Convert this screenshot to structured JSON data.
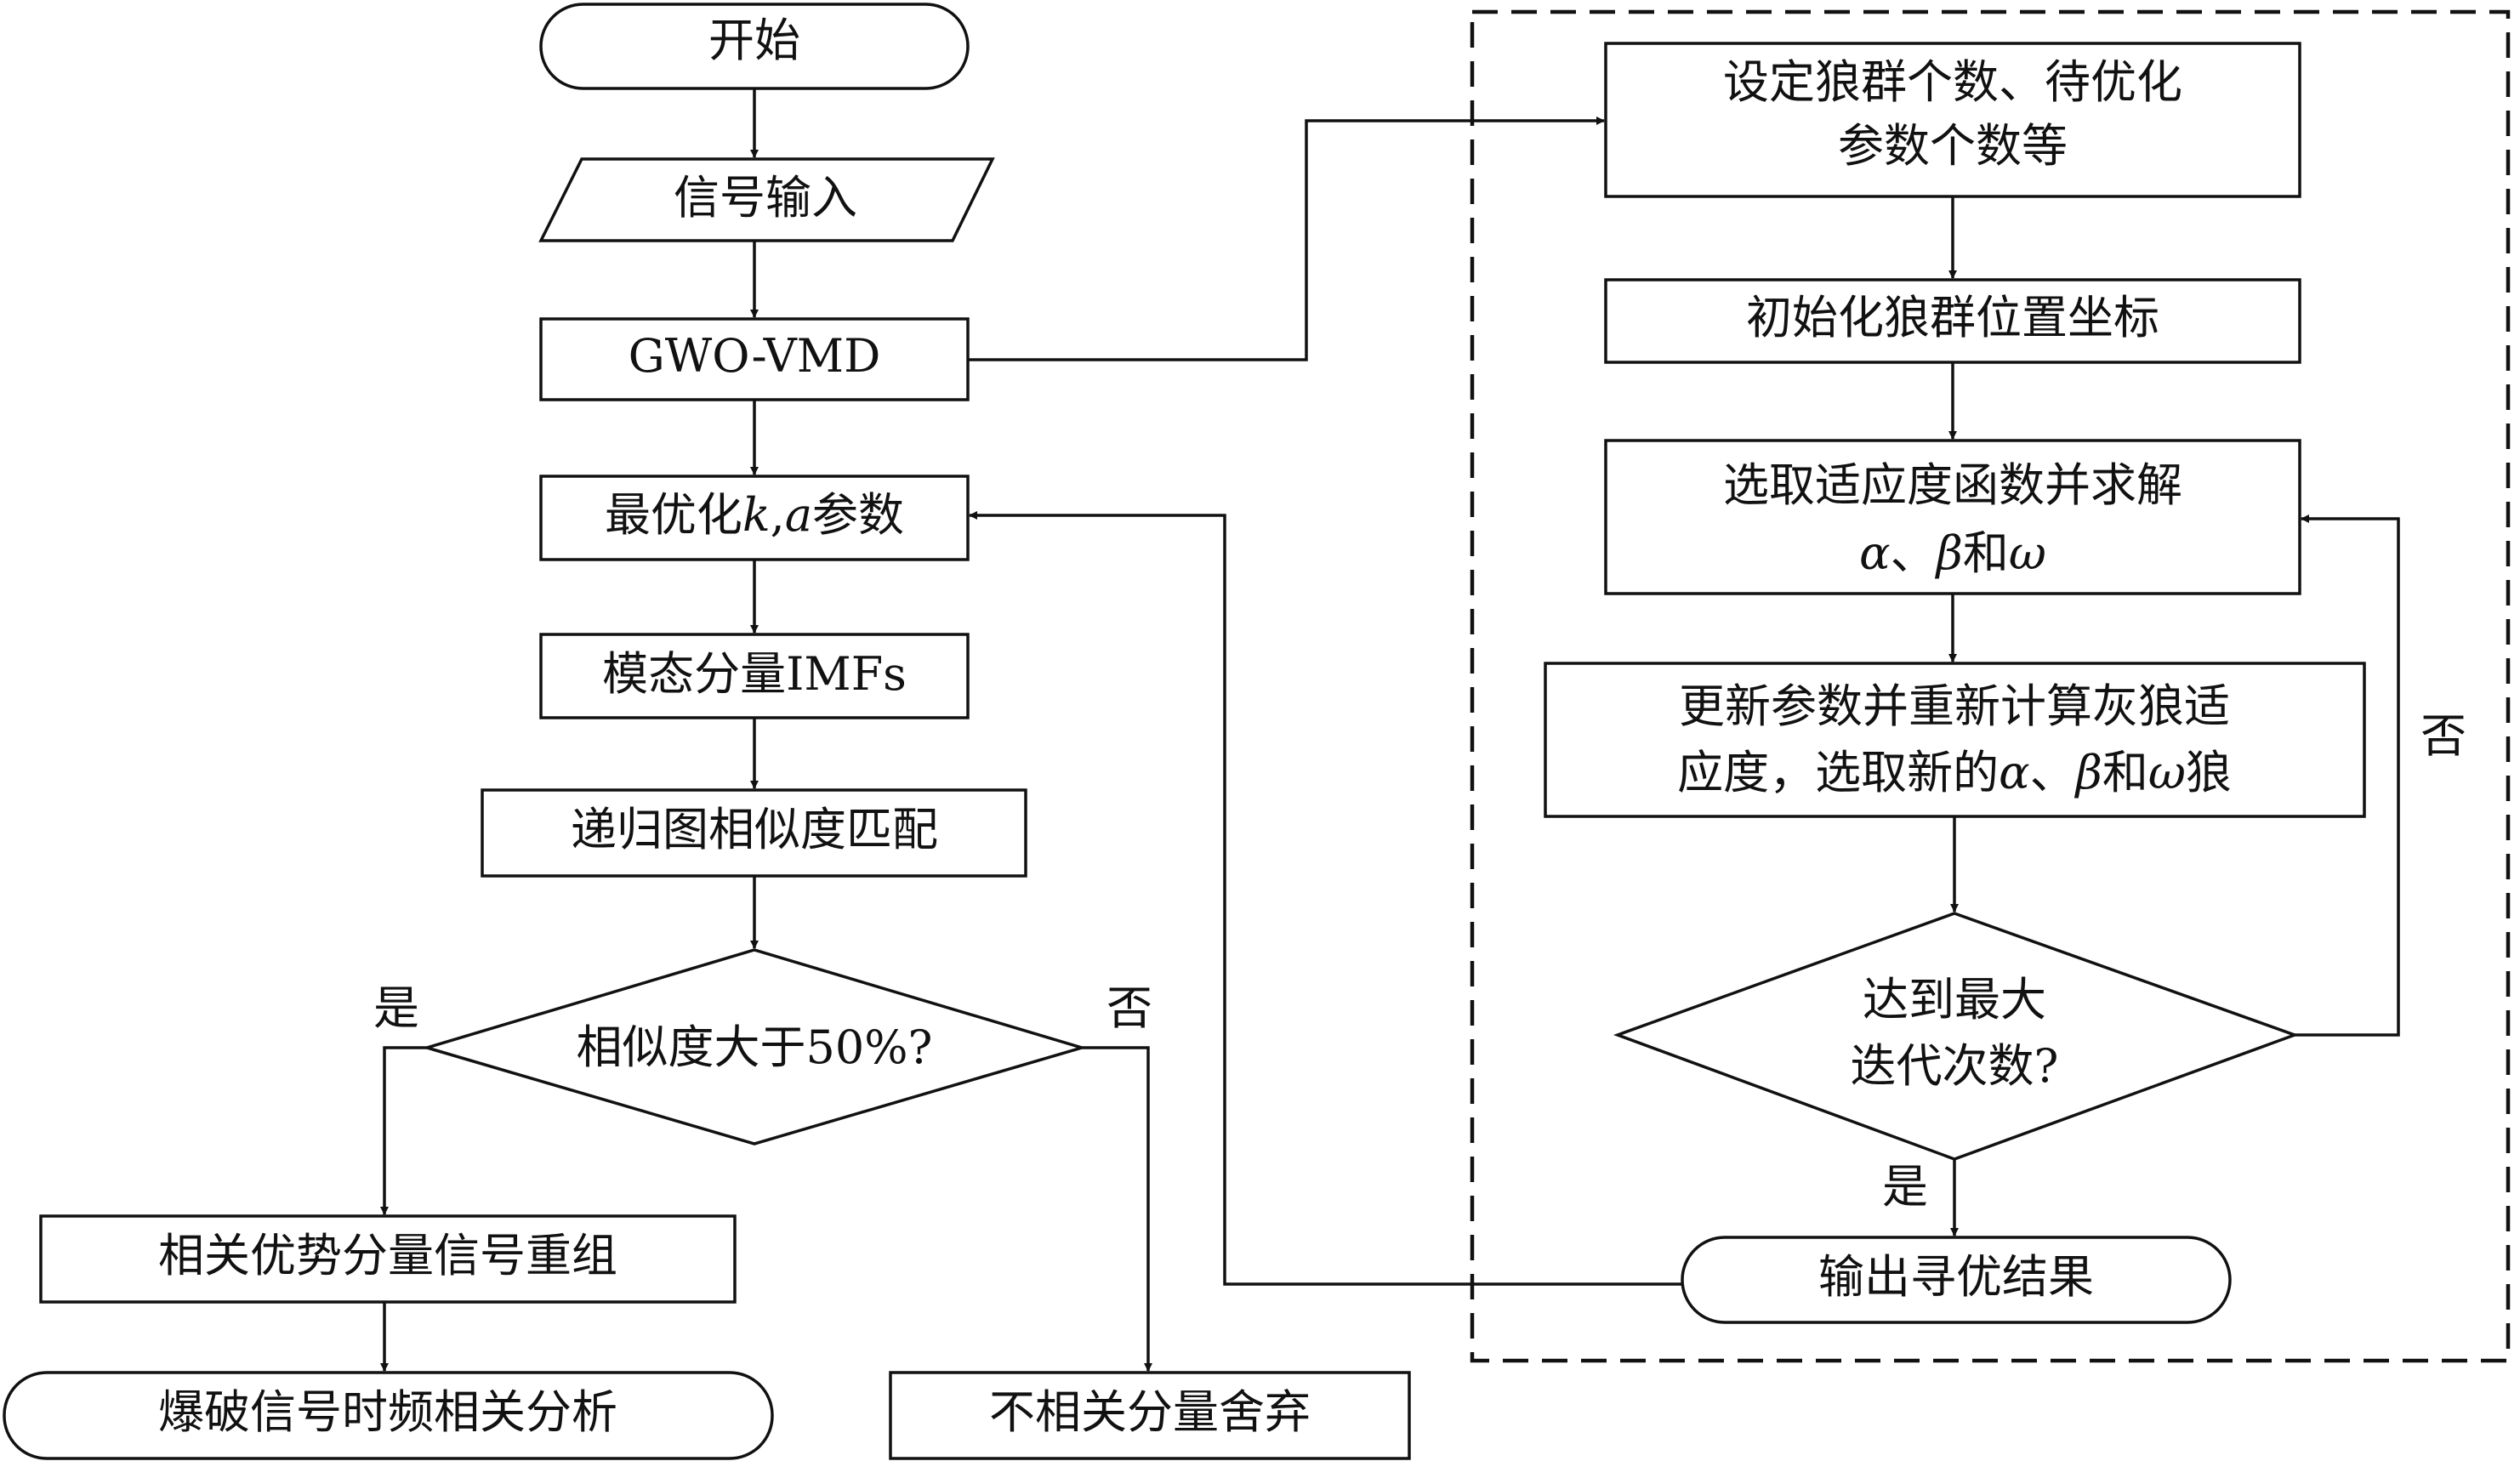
{
  "left": {
    "start": "开始",
    "input": "信号输入",
    "gwo_vmd": "GWO-VMD",
    "optimize_prefix": "最优化",
    "optimize_k": "k",
    "optimize_sep": ",",
    "optimize_a": "a",
    "optimize_suffix": "参数",
    "imfs": "模态分量IMFs",
    "recurrence": "递归图相似度匹配",
    "decision": "相似度大于50%?",
    "yes": "是",
    "no": "否",
    "recombine": "相关优势分量信号重组",
    "analysis": "爆破信号时频相关分析",
    "discard": "不相关分量舍弃"
  },
  "right": {
    "set_params": [
      "设定狼群个数、待优化",
      "参数个数等"
    ],
    "init_pos": "初始化狼群位置坐标",
    "fitness_line1": "选取适应度函数并求解",
    "fitness_alpha": "α",
    "fitness_sep": "、",
    "fitness_beta": "β",
    "fitness_and": "和",
    "fitness_omega": "ω",
    "update_line1": "更新参数并重新计算灰狼适",
    "update_prefix": "应度，选取新的",
    "update_alpha": "α",
    "update_sep": "、",
    "update_beta": "β",
    "update_and": "和",
    "update_omega": "ω",
    "update_suffix": "狼",
    "max_iter": [
      "达到最大",
      "迭代次数?"
    ],
    "no": "否",
    "yes": "是",
    "output": "输出寻优结果"
  }
}
